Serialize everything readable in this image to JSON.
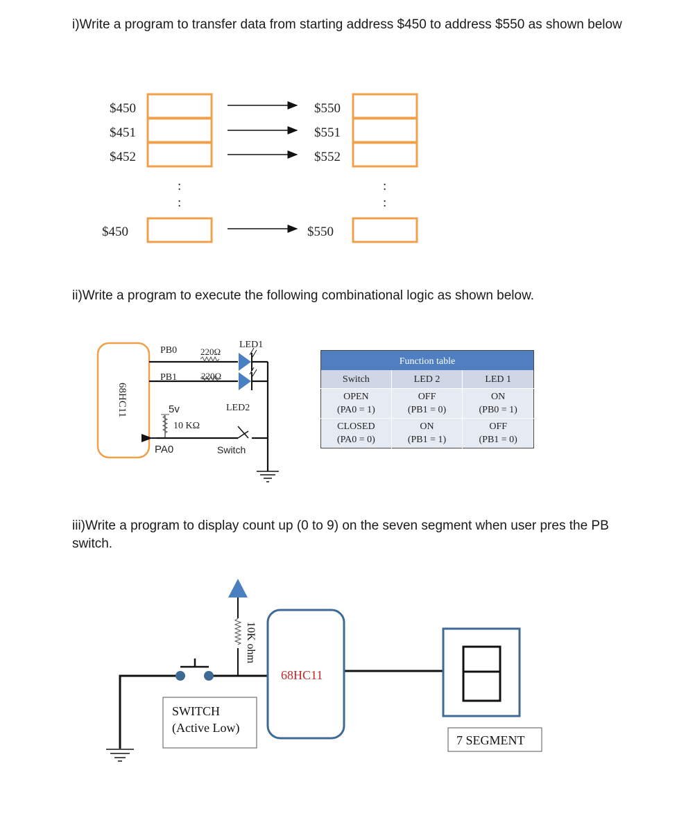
{
  "questions": {
    "q1": "i)Write a program to transfer data from starting address $450 to address $550 as shown below",
    "q2": "ii)Write a program to execute the following combinational logic as shown below.",
    "q3": "iii)Write a program to display count up (0 to 9) on the seven segment when user pres the PB switch."
  },
  "figure1": {
    "source_addresses": [
      "$450",
      "$451",
      "$452"
    ],
    "dest_addresses": [
      "$550",
      "$551",
      "$552"
    ],
    "source_last": "$450",
    "dest_last": "$550",
    "ellipsis": ":",
    "box_color": "#f0a04b"
  },
  "figure2": {
    "chip": "68HC11",
    "pb0": "PB0",
    "pb1": "PB1",
    "r1": "220Ω",
    "r2": "220Ω",
    "led1": "LED1",
    "led2": "LED2",
    "vcc": "5v",
    "pullup": "10 KΩ",
    "pa0": "PA0",
    "switch": "Switch",
    "led_color": "#4a7fc1",
    "chip_border_color": "#f0a04b"
  },
  "function_table": {
    "caption": "Function table",
    "headers": [
      "Switch",
      "LED 2",
      "LED 1"
    ],
    "rows": [
      [
        [
          "OPEN",
          "(PA0 = 1)"
        ],
        [
          "OFF",
          "(PB1 = 0)"
        ],
        [
          "ON",
          "(PB0 = 1)"
        ]
      ],
      [
        [
          "CLOSED",
          "(PA0 = 0)"
        ],
        [
          "ON",
          "(PB1 = 1)"
        ],
        [
          "OFF",
          "(PB1 = 0)"
        ]
      ]
    ],
    "header_color": "#4f7fc0"
  },
  "figure3": {
    "resistor": "10K ohm",
    "chip": "68HC11",
    "switch_label_1": "SWITCH",
    "switch_label_2": "(Active Low)",
    "segment_label": "7 SEGMENT",
    "chip_text_color": "#c0282a",
    "outline_color": "#3e6a95"
  }
}
